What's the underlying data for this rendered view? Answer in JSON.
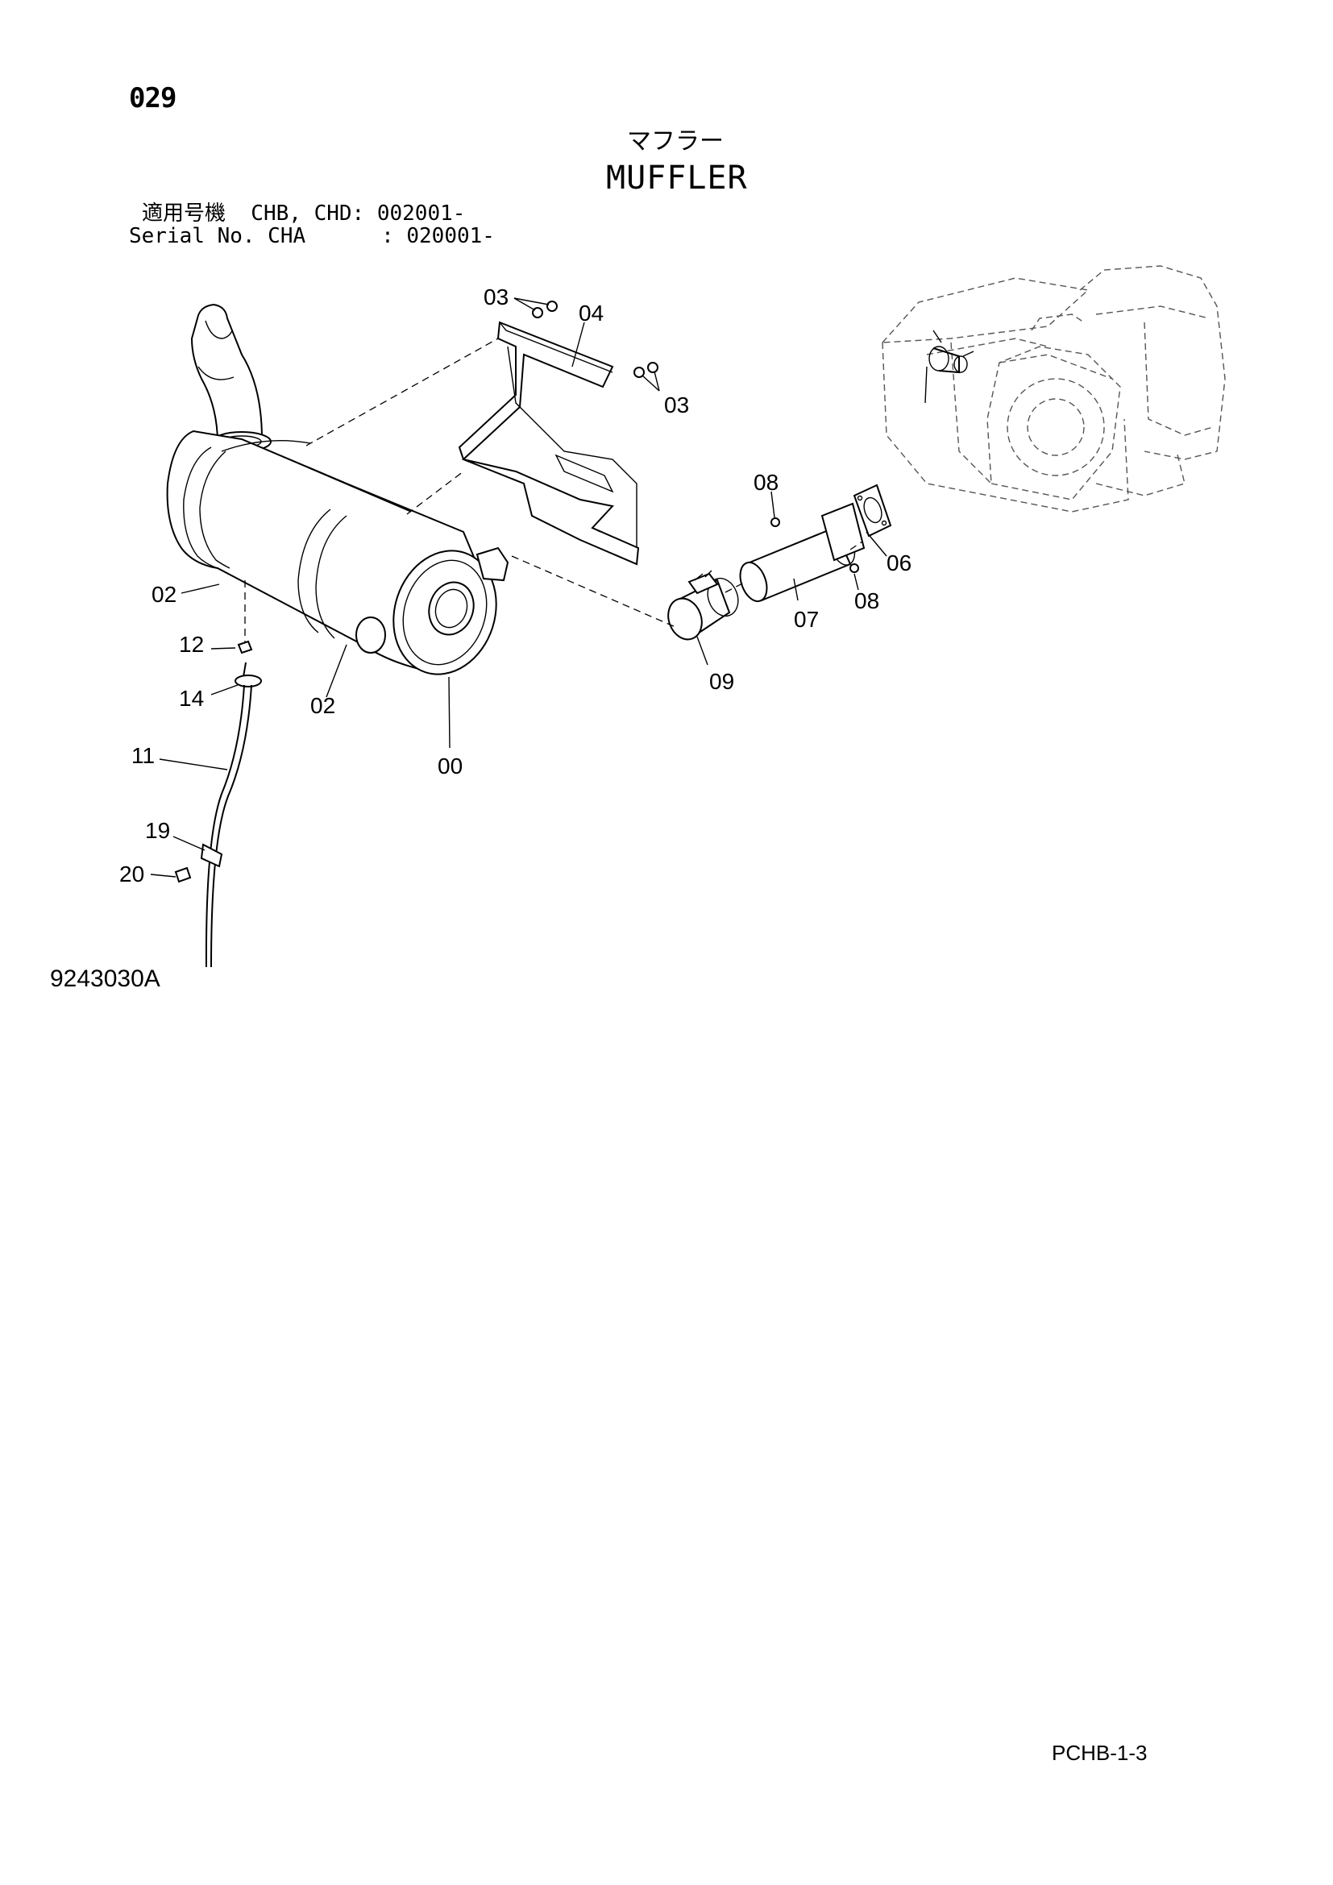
{
  "page": {
    "page_number": "029",
    "title_jp": "マフラー",
    "title_en": "MUFFLER",
    "serial_line_1": "適用号機  CHB, CHD: 002001-",
    "serial_line_2": "Serial No. CHA      : 020001-",
    "figure_code": "9243030A",
    "footer_code": "PCHB-1-3"
  },
  "parts": [
    "00",
    "02",
    "02",
    "03",
    "03",
    "04",
    "06",
    "07",
    "08",
    "08",
    "09",
    "11",
    "12",
    "14",
    "19",
    "20"
  ]
}
